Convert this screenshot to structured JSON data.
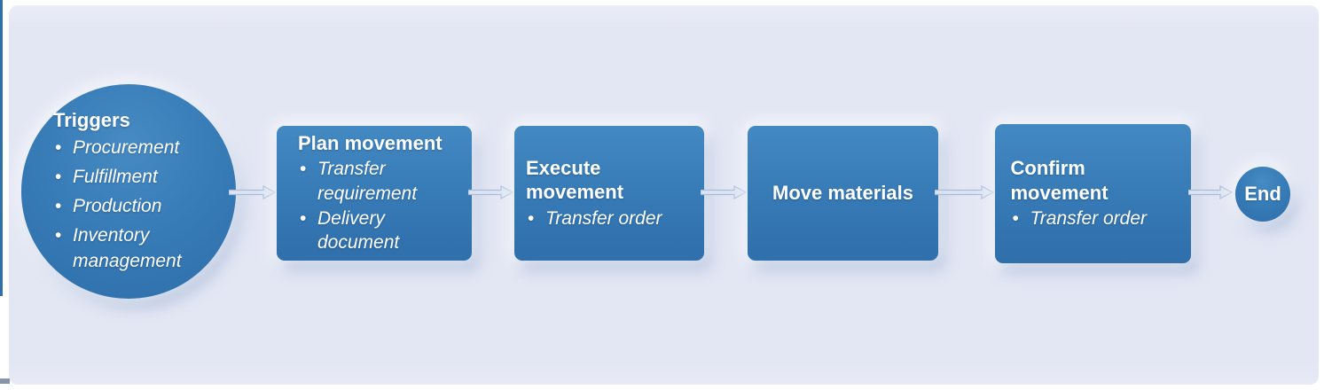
{
  "figure": {
    "type": "process-flow-diagram",
    "background_color": "#e3e7f4",
    "node_color_top": "#4389c2",
    "node_color_bottom": "#2f6fab",
    "arrow_fill": "#dce4f2",
    "arrow_outline": "#a9bcdb",
    "text_color": "#ffffff",
    "start": {
      "title": "Triggers",
      "items": [
        "Procurement",
        "Fulfillment",
        "Production",
        "Inventory management"
      ]
    },
    "steps": [
      {
        "title": "Plan movement",
        "items": [
          "Transfer requirement",
          "Delivery document"
        ]
      },
      {
        "title": "Execute movement",
        "items": [
          "Transfer order"
        ]
      },
      {
        "title": "Move materials",
        "items": []
      },
      {
        "title": "Confirm movement",
        "items": [
          "Transfer order"
        ]
      }
    ],
    "end": {
      "label": "End"
    }
  }
}
